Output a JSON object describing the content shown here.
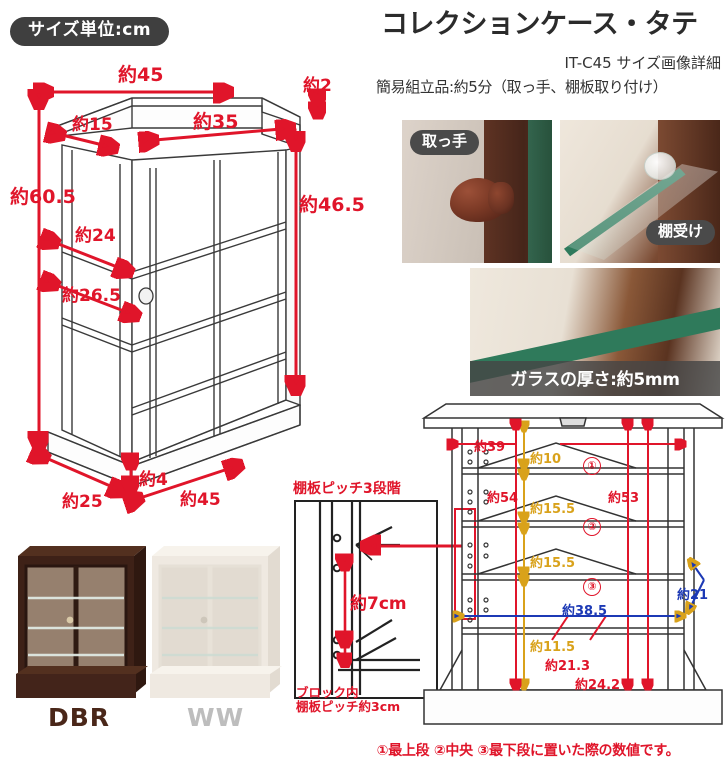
{
  "header": {
    "unit_badge": "サイズ単位:cm",
    "title": "コレクションケース・タテ",
    "model": "IT-C45  サイズ画像詳細",
    "assembly": "簡易組立品:約5分（取っ手、棚板取り付け）"
  },
  "colors": {
    "dimension_red": "#e0152a",
    "dimension_gold": "#d9a21b",
    "dimension_blue": "#1c39b5",
    "badge_dark": "#3f3f3f",
    "glass_green": "#2f7a5b",
    "wood_dbr": "#4a2719"
  },
  "main_diagram": {
    "name": "外寸法図",
    "dims": {
      "top_width": "約45",
      "top_thickness": "約2",
      "inner_width": "約35",
      "top_depth": "約15",
      "total_height": "約60.5",
      "inner_depth_upper": "約24",
      "inner_depth_lower": "約26.5",
      "inner_height": "約46.5",
      "base_depth": "約25",
      "base_height": "約4",
      "base_width": "約45"
    }
  },
  "photos": [
    {
      "key": "handle",
      "label": "取っ手",
      "name": "handle-photo"
    },
    {
      "key": "support",
      "label": "棚受け",
      "name": "shelf-support-photo"
    },
    {
      "key": "glass",
      "label": "ガラスの厚さ:約5mm",
      "name": "glass-thickness-photo"
    }
  ],
  "variants": [
    {
      "code": "DBR",
      "label": "DBR",
      "hex": "#4a2719"
    },
    {
      "code": "WW",
      "label": "WW",
      "hex": "#efeae3"
    }
  ],
  "shelf_pitch": {
    "title": "棚板ピッチ3段階",
    "pitch_main": "約7cm",
    "note_line1": "ブロック内",
    "note_line2": "棚板ピッチ約3cm"
  },
  "shelf_position_diagram": {
    "name": "棚板位置別有効寸法図",
    "width_inner": "約39",
    "gap_top": "約10",
    "gap_mid": "約15.5",
    "gap_low": "約15.5",
    "height_left": "約54",
    "height_right": "約53",
    "width_lower": "約38.5",
    "depth_right": "約21",
    "bottom_a": "約11.5",
    "bottom_b": "約21.3",
    "bottom_c": "約24.2",
    "markers": [
      "①",
      "②",
      "③"
    ]
  },
  "footer_note": "①最上段 ②中央 ③最下段に置いた際の数値です。"
}
